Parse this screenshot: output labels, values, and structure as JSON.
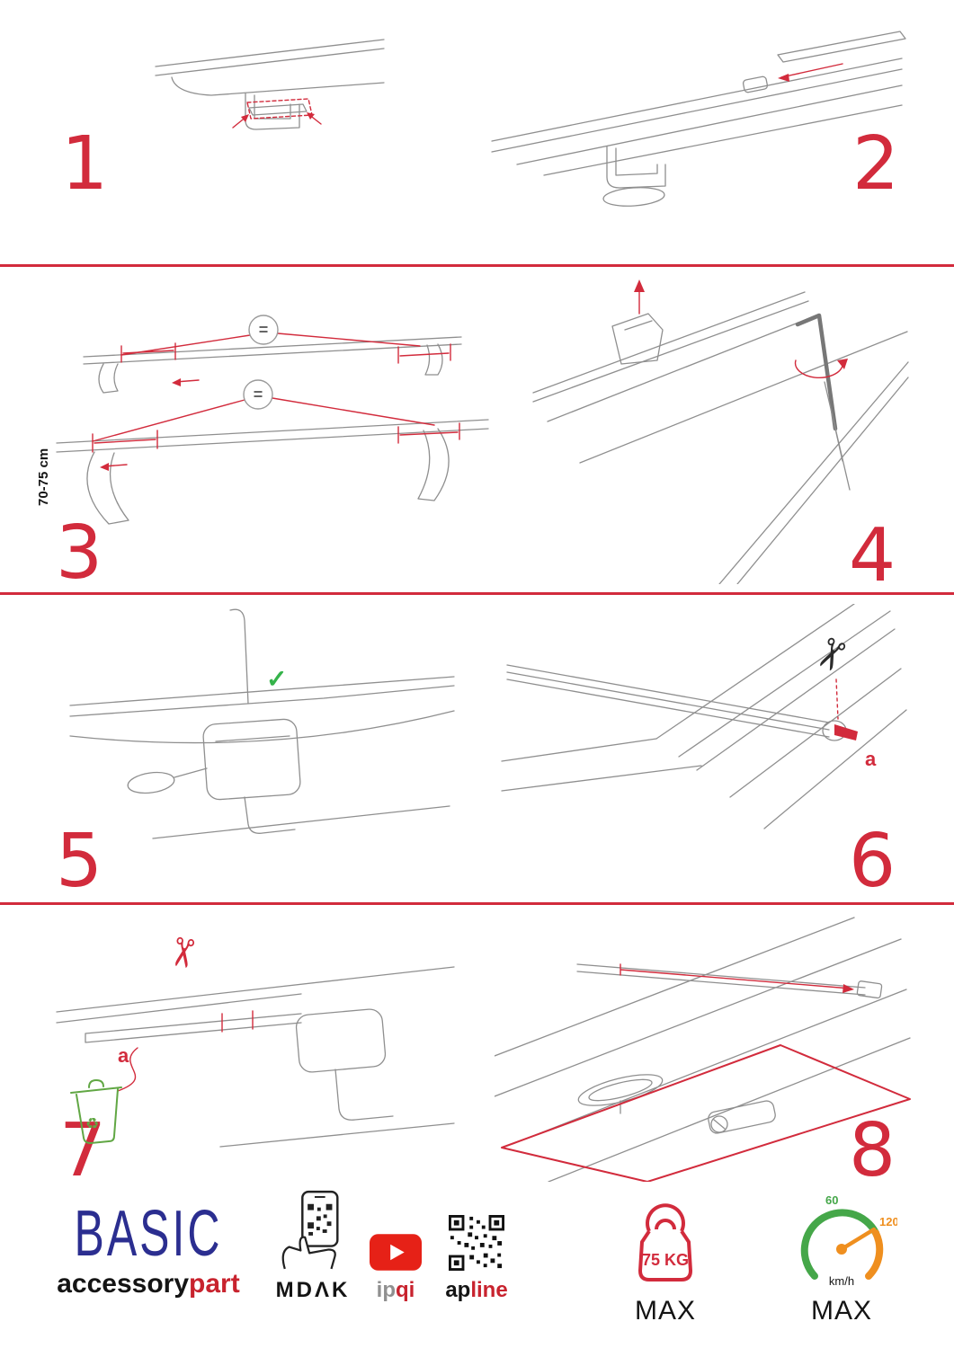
{
  "colors": {
    "accent_red": "#d22b3c",
    "brand_blue": "#2b2e90",
    "check_green": "#35b34a",
    "bin_green": "#61a744",
    "gauge_green": "#45a749",
    "gauge_orange": "#ef8f1f",
    "youtube_red": "#e62117",
    "sketch_gray": "#8f8f8f"
  },
  "steps": [
    "1",
    "2",
    "3",
    "4",
    "5",
    "6",
    "7",
    "8"
  ],
  "annotations": {
    "dimension": "70-75 cm",
    "equals": "=",
    "label_a": "a",
    "check": "✓",
    "scissors": "✂",
    "recycle": "♻"
  },
  "footer": {
    "brand": "BASIC",
    "brand_sub": {
      "left": "accessory",
      "right": "part"
    },
    "mdak": "MDΛK",
    "ipqi": {
      "left": "ip",
      "right": "qi"
    },
    "apline": {
      "left": "ap",
      "right": "line"
    },
    "weight": {
      "value": "75 KG",
      "max": "MAX"
    },
    "speedometer": {
      "low": "60",
      "high": "120",
      "unit": "km/h",
      "max": "MAX"
    }
  }
}
